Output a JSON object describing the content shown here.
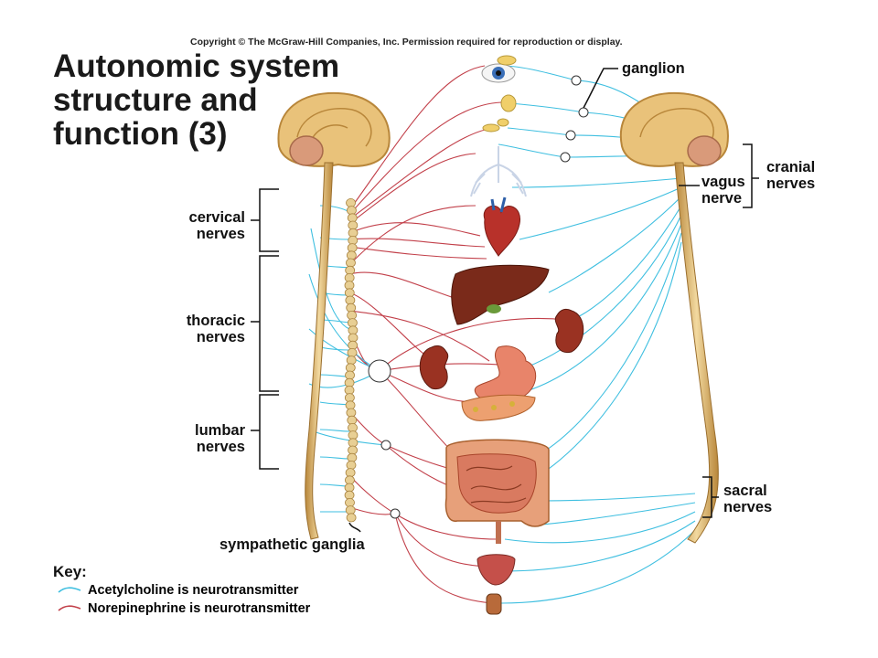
{
  "copyright": "Copyright © The McGraw-Hill Companies, Inc. Permission required for reproduction or display.",
  "title": [
    "Autonomic system",
    "structure and",
    "function (3)"
  ],
  "labels": {
    "ganglion": "ganglion",
    "cranial_nerves": [
      "cranial",
      "nerves"
    ],
    "vagus_nerve": [
      "vagus",
      "nerve"
    ],
    "cervical_nerves": [
      "cervical",
      "nerves"
    ],
    "thoracic_nerves": [
      "thoracic",
      "nerves"
    ],
    "lumbar_nerves": [
      "lumbar",
      "nerves"
    ],
    "sacral_nerves": [
      "sacral",
      "nerves"
    ],
    "sympathetic_ganglia": "sympathetic ganglia"
  },
  "key": {
    "title": "Key:",
    "items": [
      {
        "text": "Acetylcholine is neurotransmitter",
        "color": "#3fbfe0"
      },
      {
        "text": "Norepinephrine is neurotransmitter",
        "color": "#c2404a"
      }
    ]
  },
  "colors": {
    "parasympathetic": "#3fbfe0",
    "sympathetic": "#c2404a",
    "cord": "#d9b36a",
    "organ": "#8a2e1e"
  }
}
